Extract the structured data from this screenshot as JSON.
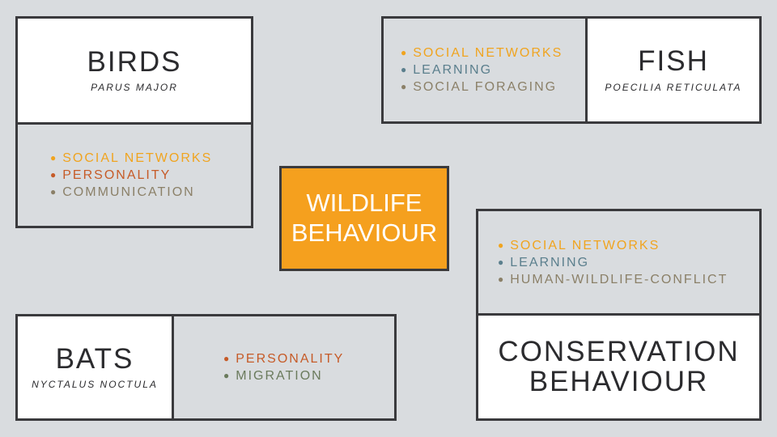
{
  "colors": {
    "background": "#d9dcdf",
    "border": "#3a3a3d",
    "center_fill": "#f5a01e",
    "social_networks": "#f0a41f",
    "personality": "#c65b28",
    "learning": "#5b7f8d",
    "foraging_communication_conflict": "#8b8068",
    "migration": "#6a7a5c"
  },
  "center": {
    "line1": "WILDLIFE",
    "line2": "BEHAVIOUR"
  },
  "birds": {
    "title": "BIRDS",
    "subtitle": "PARUS MAJOR",
    "items": [
      {
        "label": "SOCIAL NETWORKS",
        "color": "orange"
      },
      {
        "label": "PERSONALITY",
        "color": "rust"
      },
      {
        "label": "COMMUNICATION",
        "color": "khaki"
      }
    ]
  },
  "fish": {
    "title": "FISH",
    "subtitle": "POECILIA RETICULATA",
    "items": [
      {
        "label": "SOCIAL NETWORKS",
        "color": "orange"
      },
      {
        "label": "LEARNING",
        "color": "teal"
      },
      {
        "label": "SOCIAL FORAGING",
        "color": "khaki"
      }
    ]
  },
  "bats": {
    "title": "BATS",
    "subtitle": "NYCTALUS NOCTULA",
    "items": [
      {
        "label": "PERSONALITY",
        "color": "rust"
      },
      {
        "label": "MIGRATION",
        "color": "olive"
      }
    ]
  },
  "conservation": {
    "title_line1": "CONSERVATION",
    "title_line2": "BEHAVIOUR",
    "items": [
      {
        "label": "SOCIAL NETWORKS",
        "color": "orange"
      },
      {
        "label": "LEARNING",
        "color": "teal"
      },
      {
        "label": "HUMAN-WILDLIFE-CONFLICT",
        "color": "khaki"
      }
    ]
  }
}
